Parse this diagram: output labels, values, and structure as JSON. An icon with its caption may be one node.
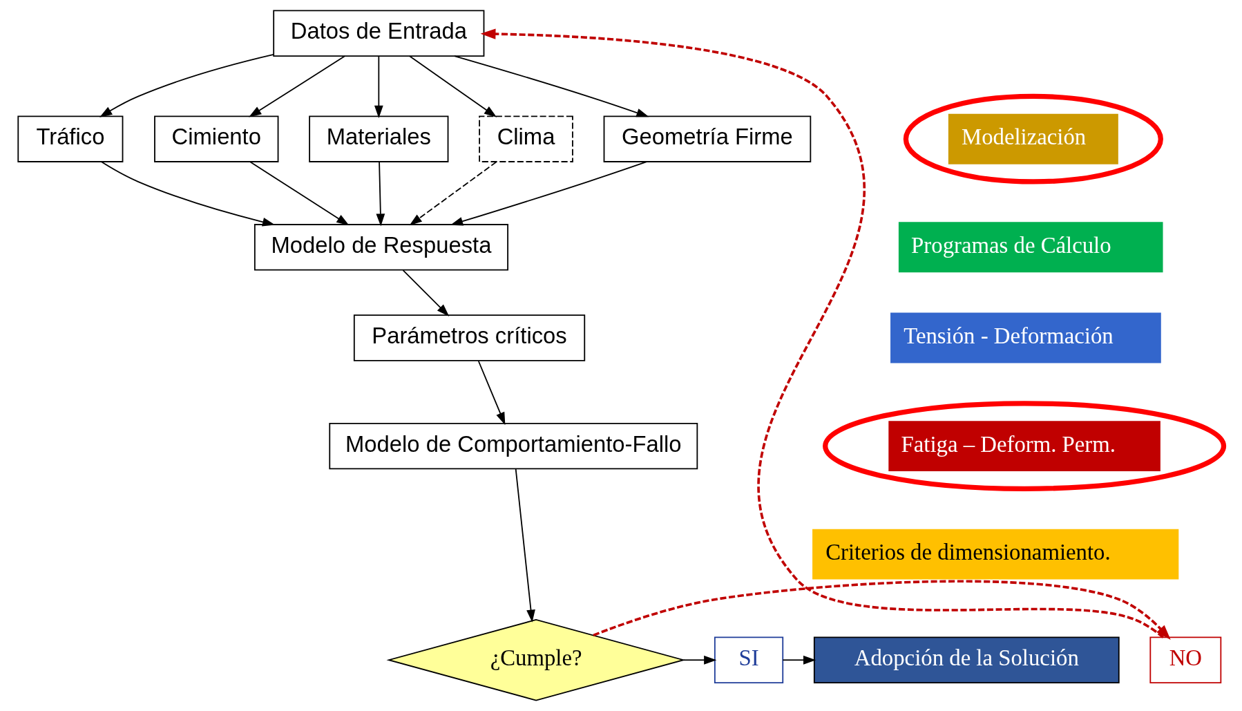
{
  "diagram": {
    "nodes": [
      {
        "text": [
          "Datos de Entrada"
        ]
      },
      {
        "text": [
          "Tráfico"
        ]
      },
      {
        "text": [
          "Cimiento"
        ]
      },
      {
        "text": [
          "Materiales"
        ]
      },
      {
        "text": [
          "Clima"
        ]
      },
      {
        "text": [
          "Geometría Firme"
        ]
      },
      {
        "text": [
          "Modelo de Respuesta"
        ]
      },
      {
        "text": [
          "Parámetros críticos"
        ]
      },
      {
        "text": [
          "Modelo de Comportamiento-Fallo"
        ]
      },
      {
        "text": [
          "¿Cumple?"
        ]
      },
      {
        "text": [
          "NO"
        ]
      },
      {
        "text": [
          "SI"
        ]
      },
      {
        "text": [
          "Adopción de la Solución"
        ]
      },
      {
        "text": [
          "Modelización"
        ]
      },
      {
        "text": [
          "Programas de Cálculo"
        ]
      },
      {
        "text": [
          "Tensión - Deformación"
        ]
      },
      {
        "text": [
          "Fatiga – Deform. Perm."
        ]
      },
      {
        "text": [
          "Criterios de dimensionamiento."
        ]
      }
    ],
    "edges": [
      {
        "from": 0,
        "to": 1,
        "arrow": "to"
      },
      {
        "from": 0,
        "to": 2,
        "arrow": "to"
      },
      {
        "from": 0,
        "to": 3,
        "arrow": "to"
      },
      {
        "from": 0,
        "to": 4,
        "arrow": "to"
      },
      {
        "from": 0,
        "to": 5,
        "arrow": "to"
      },
      {
        "from": 1,
        "to": 6,
        "arrow": "to"
      },
      {
        "from": 2,
        "to": 6,
        "arrow": "to"
      },
      {
        "from": 3,
        "to": 6,
        "arrow": "to"
      },
      {
        "from": 4,
        "to": 6,
        "arrow": "to",
        "style": "dashed"
      },
      {
        "from": 5,
        "to": 6,
        "arrow": "to"
      },
      {
        "from": 6,
        "to": 7,
        "arrow": "to"
      },
      {
        "from": 7,
        "to": 8,
        "arrow": "to"
      },
      {
        "from": 8,
        "to": 9,
        "arrow": "to"
      },
      {
        "from": 9,
        "to": 10,
        "arrow": "to",
        "style": "dashed",
        "color": "#c00000"
      },
      {
        "from": 10,
        "to": 0,
        "arrow": "to",
        "style": "dashed",
        "color": "#c00000"
      },
      {
        "from": 9,
        "to": 11,
        "arrow": "to"
      },
      {
        "from": 11,
        "to": 12,
        "arrow": "to"
      }
    ]
  }
}
